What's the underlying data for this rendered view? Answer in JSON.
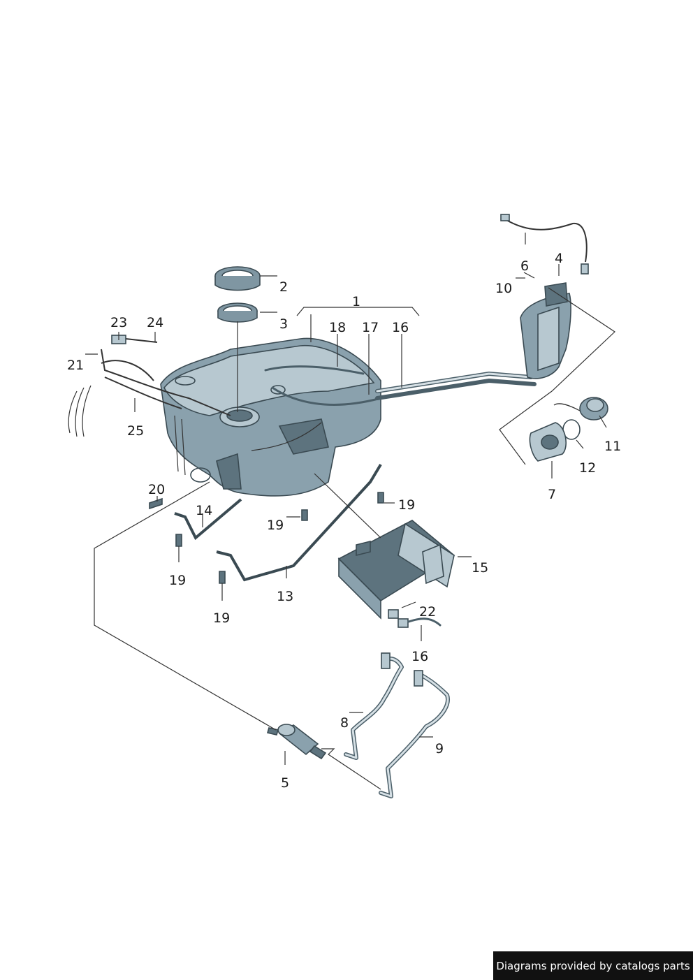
{
  "labels": {
    "l1": "1",
    "l2": "2",
    "l3": "3",
    "l4": "4",
    "l5": "5",
    "l6": "6",
    "l7": "7",
    "l8": "8",
    "l9": "9",
    "l10": "10",
    "l11": "11",
    "l12": "12",
    "l13": "13",
    "l14": "14",
    "l15": "15",
    "l16a": "16",
    "l16b": "16",
    "l17": "17",
    "l18": "18",
    "l19a": "19",
    "l19b": "19",
    "l19c": "19",
    "l19d": "19",
    "l20": "20",
    "l21": "21",
    "l22": "22",
    "l23": "23",
    "l24": "24",
    "l25": "25"
  },
  "footer": {
    "text": "Diagrams provided by catalogs parts"
  }
}
